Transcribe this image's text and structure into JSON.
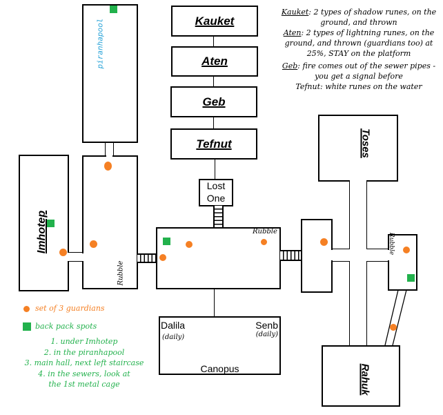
{
  "colors": {
    "guardian": "#f58024",
    "backpack": "#22b14c",
    "piranhapool_label": "#29a3d8",
    "lines": "#000000"
  },
  "bosses": [
    {
      "name": "Kauket"
    },
    {
      "name": "Aten"
    },
    {
      "name": "Geb"
    },
    {
      "name": "Tefnut"
    }
  ],
  "notes": [
    {
      "boss": "Kauket",
      "text": ": 2 types of shadow runes, on the ground, and thrown"
    },
    {
      "boss": "Aten",
      "text": ": 2 types of lightning runes, on the ground, and thrown (guardians too) at 25%, STAY on the platform"
    },
    {
      "boss": "Geb",
      "text": ": fire comes out of the sewer pipes - you get a signal before"
    },
    {
      "boss": "",
      "text": "Tefnut: white runes on the water"
    }
  ],
  "rooms": {
    "piranhapool": "piranhapool",
    "imhotep": "Imhotep",
    "lost_one_line1": "Lost",
    "lost_one_line2": "One",
    "toses": "Toses",
    "rahuk": "Rahuk",
    "canopus": {
      "name": "Canopus",
      "left_npc": "Dalila",
      "left_tag": "(daily)",
      "right_npc": "Senb",
      "right_tag": "(daily)"
    },
    "rubble": "Rubble"
  },
  "legend": {
    "guardians": "set of 3 guardians",
    "backpacks": "back pack spots",
    "backpack_list": [
      "1. under Imhotep",
      "2. in the piranhapool",
      "3. main hall, next left staircase",
      "4. in the sewers, look at the 1st metal cage"
    ]
  }
}
